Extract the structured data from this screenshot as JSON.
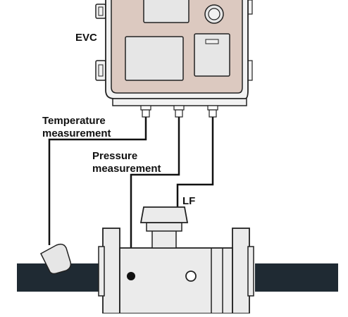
{
  "labels": {
    "evc": "EVC",
    "temperature_line1": "Temperature",
    "temperature_line2": "measurement",
    "pressure_line1": "Pressure",
    "pressure_line2": "measurement",
    "lf": "LF"
  },
  "colors": {
    "enclosure_fill": "#dcc9c0",
    "panel_fill": "#e6e6e6",
    "outline": "#222222",
    "pipe": "#1f2a33",
    "meter_body": "#ebebeb",
    "background": "#ffffff"
  },
  "icons": [
    "enclosure-hinge-icon",
    "rotary-switch-icon",
    "cable-gland-icon",
    "temperature-probe-icon",
    "pressure-port-icon"
  ]
}
